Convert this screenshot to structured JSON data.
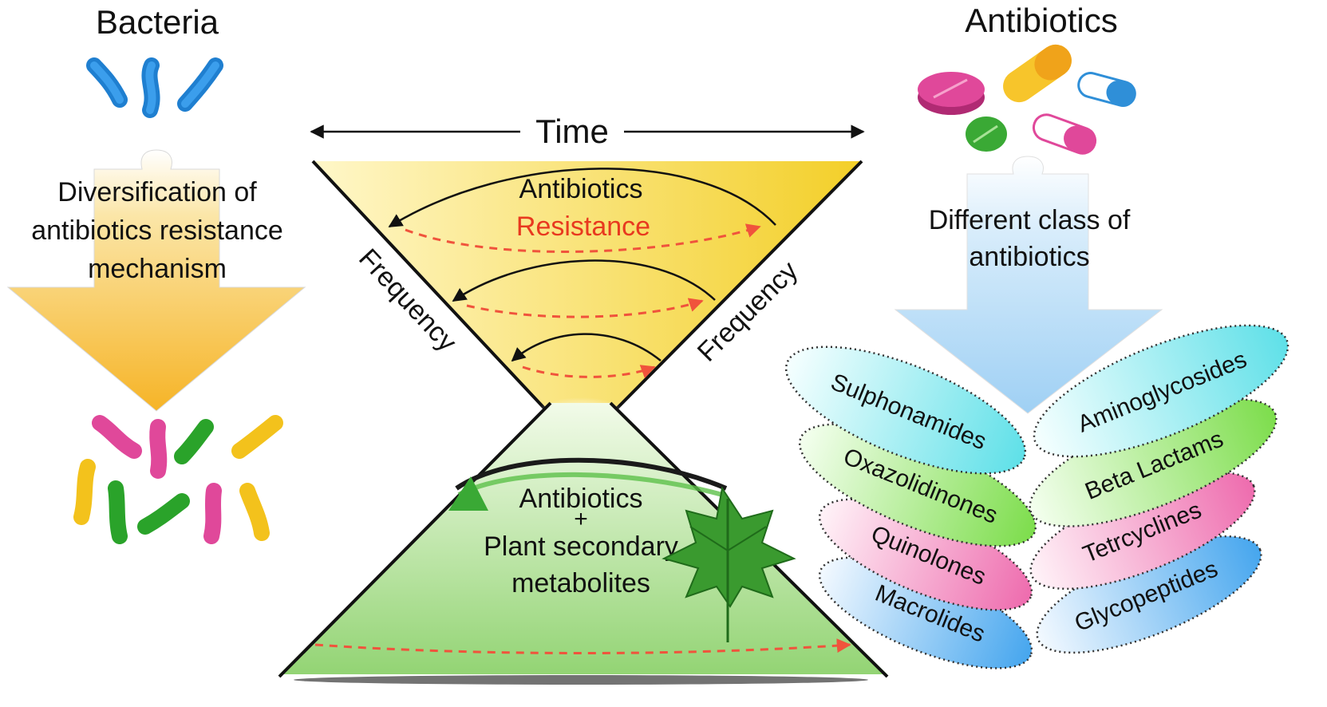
{
  "left": {
    "title": "Bacteria",
    "arrow_text": [
      "Diversification of",
      "antibiotics resistance",
      "mechanism"
    ]
  },
  "right": {
    "title": "Antibiotics",
    "arrow_text": [
      "Different class of",
      "antibiotics"
    ],
    "classes": [
      "Sulphonamides",
      "Aminoglycosides",
      "Oxazolidinones",
      "Beta Lactams",
      "Quinolones",
      "Tetrcyclines",
      "Macrolides",
      "Glycopeptides"
    ]
  },
  "center": {
    "time_label": "Time",
    "antibiotics_label": "Antibiotics",
    "resistance_label": "Resistance",
    "frequency_left": "Frequency",
    "frequency_right": "Frequency",
    "lower_text": [
      "Antibiotics",
      "+",
      "Plant secondary",
      "metabolites"
    ]
  },
  "colors": {
    "resistance": "#e8391f",
    "bacteria_blue": "#2f8fd8",
    "pink": "#e0489a",
    "green": "#2aa32a",
    "yellow": "#f3c21c",
    "funnel_top": "#f6d63a",
    "funnel_bottom": "#a7dc8c"
  }
}
